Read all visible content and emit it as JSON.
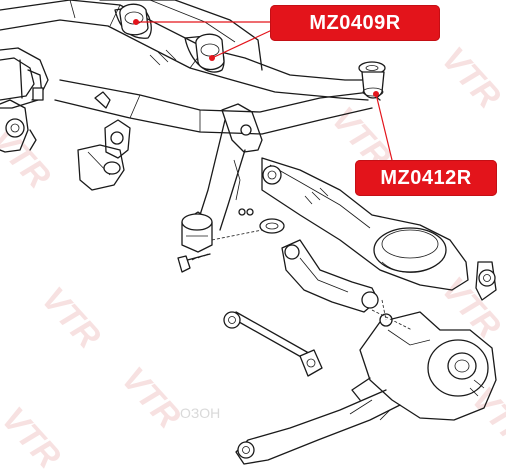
{
  "callouts": [
    {
      "label": "MZ0409R",
      "color": "#e3141b"
    },
    {
      "label": "MZ0412R",
      "color": "#e3141b"
    }
  ],
  "watermark": {
    "brand_text": "VTR",
    "shop_text": "ОЗОН"
  },
  "colors": {
    "accent": "#e3141b",
    "line": "#1a1a1a",
    "background": "#ffffff"
  }
}
